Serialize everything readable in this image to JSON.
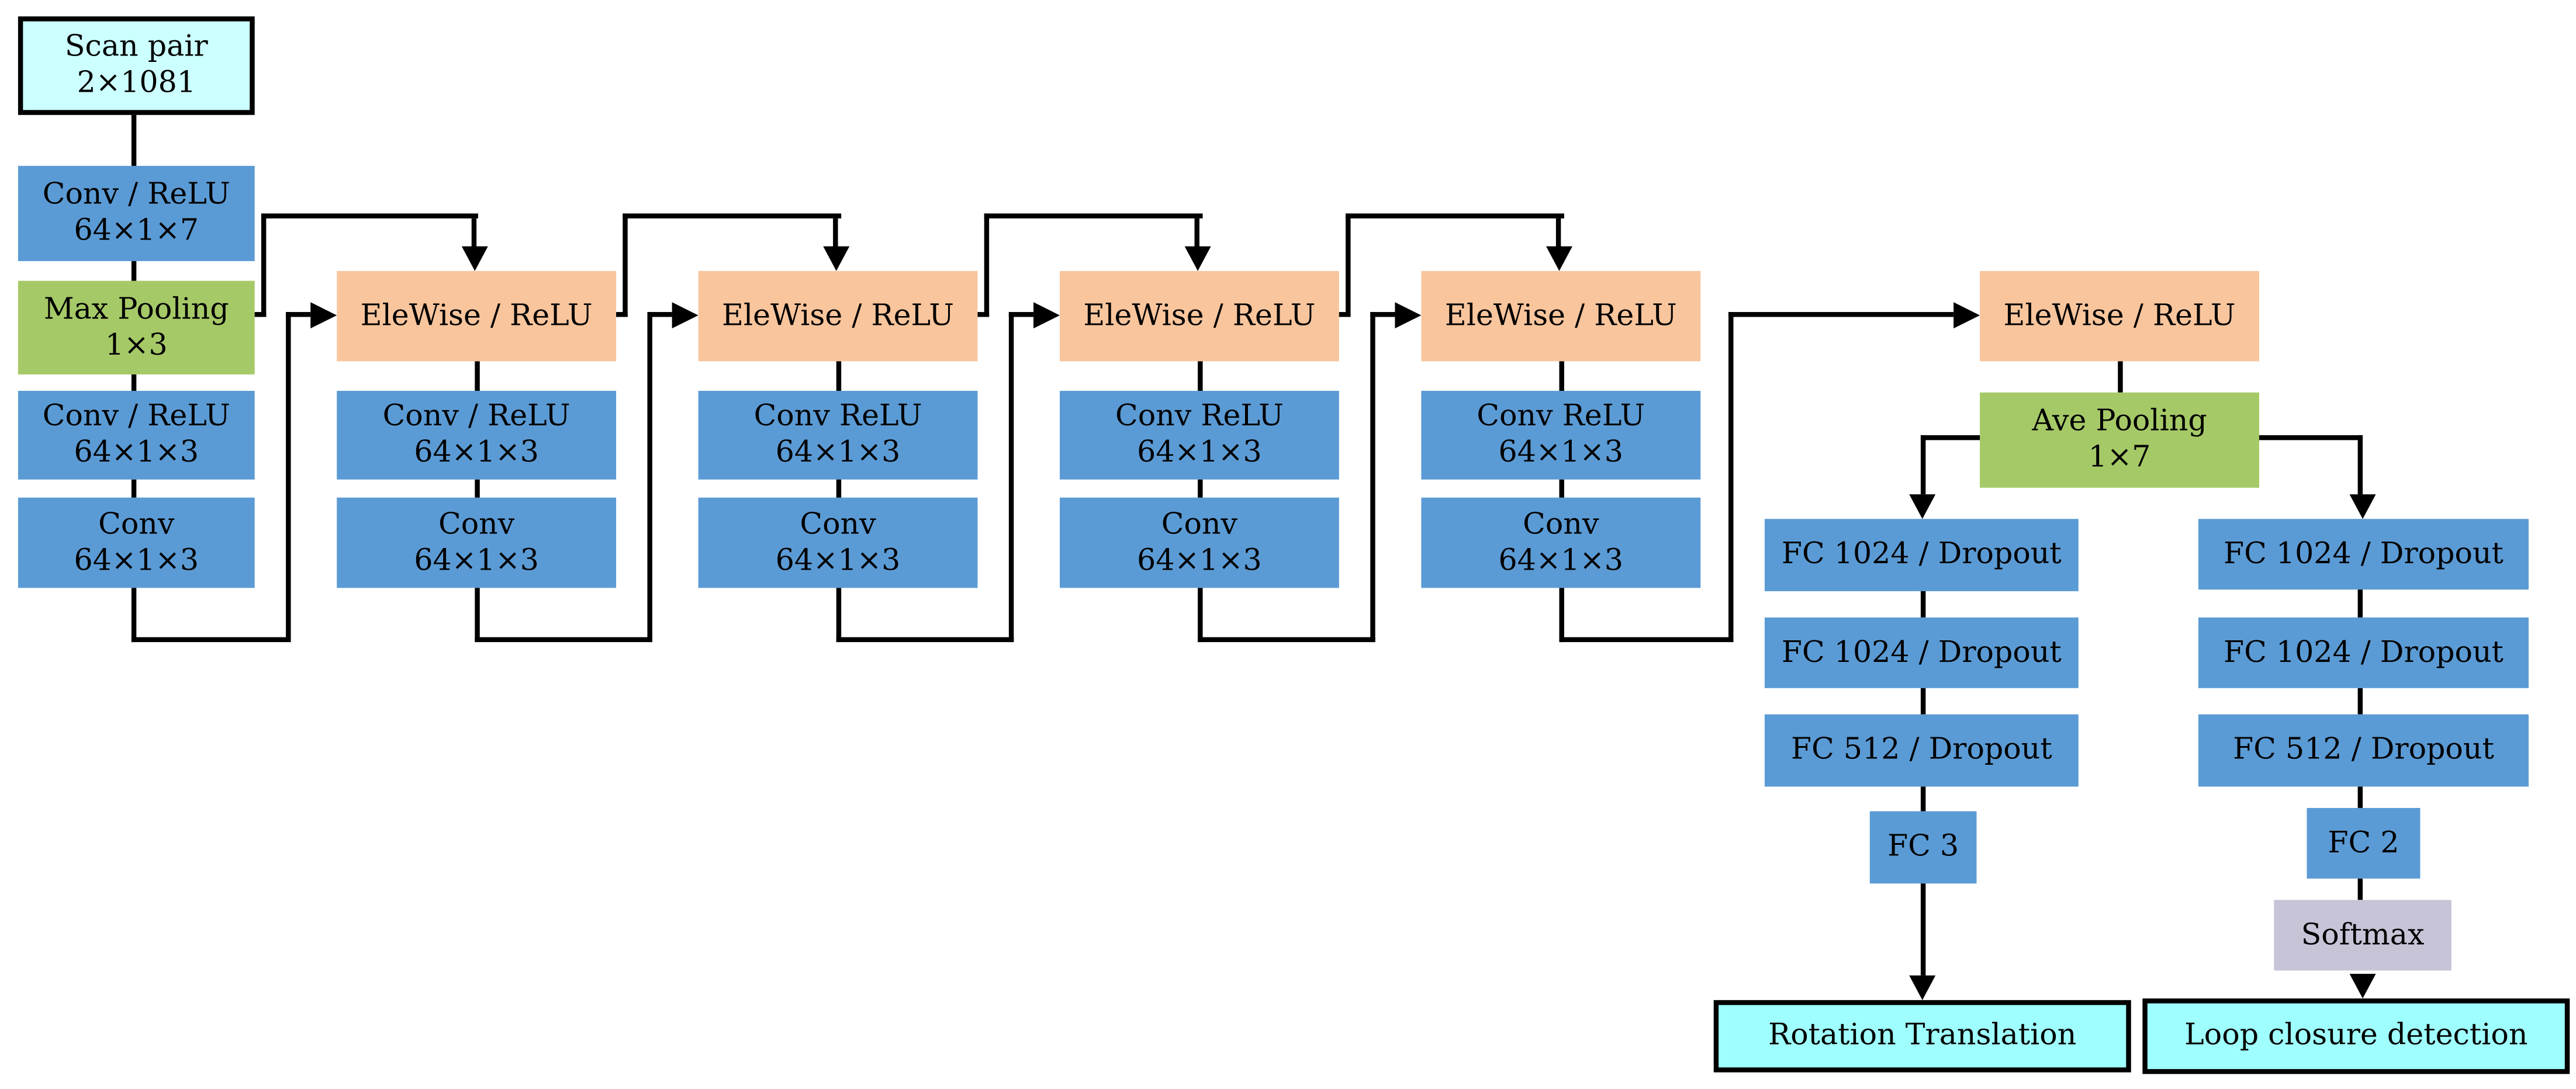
{
  "colors": {
    "blue": "#5B9BD5",
    "peach": "#F9C59C",
    "green": "#A6C967",
    "cyan_light": "#CCFFFF",
    "cyan_bright": "#9FFFFF",
    "lavender": "#C8C4D8",
    "line": "#000000"
  },
  "input_column": {
    "scan_pair": {
      "line1": "Scan pair",
      "line2": "2×1081"
    },
    "conv_relu_7": {
      "line1": "Conv / ReLU",
      "line2": "64×1×7"
    },
    "max_pooling": {
      "line1": "Max Pooling",
      "line2": "1×3"
    },
    "conv_relu_3": {
      "line1": "Conv / ReLU",
      "line2": "64×1×3"
    },
    "conv_3": {
      "line1": "Conv",
      "line2": "64×1×3"
    }
  },
  "residual_blocks": [
    {
      "elewise": "EleWise / ReLU",
      "conv_relu": {
        "line1": "Conv / ReLU",
        "line2": "64×1×3"
      },
      "conv": {
        "line1": "Conv",
        "line2": "64×1×3"
      }
    },
    {
      "elewise": "EleWise / ReLU",
      "conv_relu": {
        "line1": "Conv ReLU",
        "line2": "64×1×3"
      },
      "conv": {
        "line1": "Conv",
        "line2": "64×1×3"
      }
    },
    {
      "elewise": "EleWise / ReLU",
      "conv_relu": {
        "line1": "Conv ReLU",
        "line2": "64×1×3"
      },
      "conv": {
        "line1": "Conv",
        "line2": "64×1×3"
      }
    },
    {
      "elewise": "EleWise / ReLU",
      "conv_relu": {
        "line1": "Conv ReLU",
        "line2": "64×1×3"
      },
      "conv": {
        "line1": "Conv",
        "line2": "64×1×3"
      }
    }
  ],
  "output_block": {
    "elewise": "EleWise / ReLU",
    "ave_pooling": {
      "line1": "Ave Pooling",
      "line2": "1×7"
    }
  },
  "regression_head": {
    "fc_layers": [
      "FC 1024 / Dropout",
      "FC 1024 / Dropout",
      "FC 512 / Dropout"
    ],
    "final_fc": "FC 3",
    "output": "Rotation Translation"
  },
  "classification_head": {
    "fc_layers": [
      "FC 1024 / Dropout",
      "FC 1024 / Dropout",
      "FC 512 / Dropout"
    ],
    "final_fc": "FC 2",
    "softmax": "Softmax",
    "output": "Loop closure detection"
  }
}
